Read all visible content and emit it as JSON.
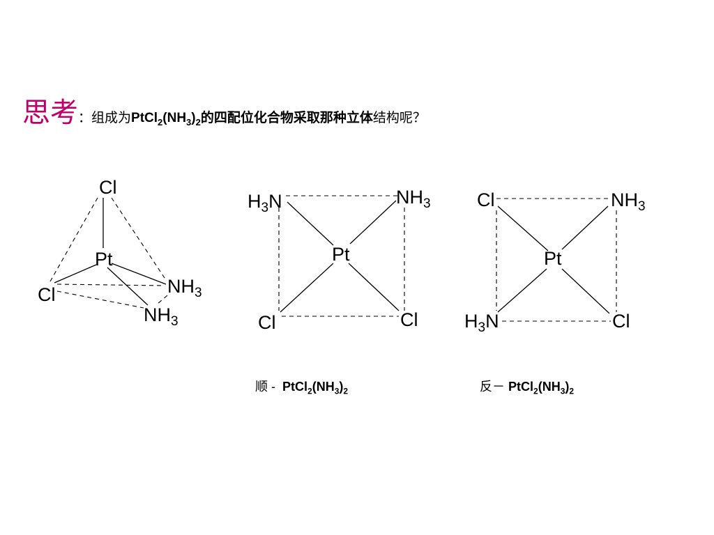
{
  "question": {
    "label": "思考",
    "separator": "：",
    "prefix": "组成为",
    "formula": {
      "a": "PtCl",
      "b": "2",
      "c": "(NH",
      "d": "3",
      "e": ")",
      "f": "2"
    },
    "bold_text": "的四配位化合物采取那种立体",
    "suffix": "结构呢？",
    "label_color": "#c0006a"
  },
  "atoms": {
    "cl": "Cl",
    "pt": "Pt",
    "h": "H",
    "n": "N",
    "nh": "NH",
    "three": "3"
  },
  "captions": {
    "cis": {
      "prefix": "顺 -",
      "a": "PtCl",
      "b": "2",
      "c": "(NH",
      "d": "3",
      "e": ")",
      "f": "2"
    },
    "trans": {
      "prefix": "反－",
      "a": "PtCl",
      "b": "2",
      "c": "(NH",
      "d": "3",
      "e": ")",
      "f": "2"
    }
  }
}
